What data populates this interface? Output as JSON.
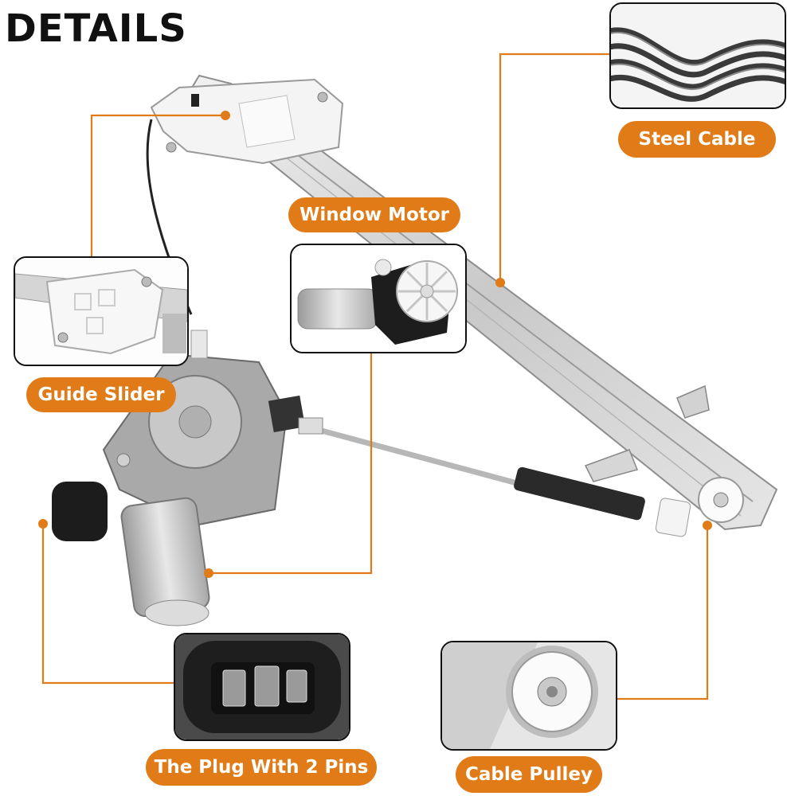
{
  "page": {
    "title": "DETAILS"
  },
  "callouts": {
    "steel_cable": "Steel Cable",
    "window_motor": "Window Motor",
    "guide_slider": "Guide Slider",
    "plug": "The Plug With 2 Pins",
    "cable_pulley": "Cable Pulley"
  },
  "colors": {
    "accent": "#e07b18",
    "text": "#111111"
  }
}
